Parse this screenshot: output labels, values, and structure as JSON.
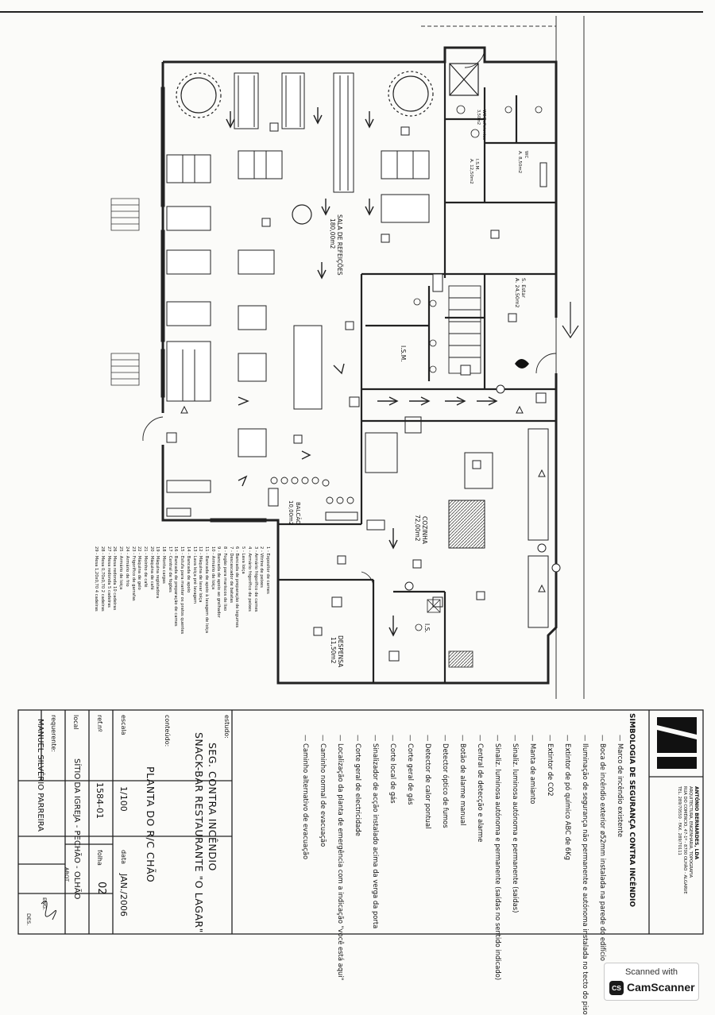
{
  "room_labels": {
    "sala_refeicoes": "SALA DE REFEIÇÕES",
    "sala_refeicoes_area": "180,00m2",
    "cozinha": "COZINHA",
    "cozinha_area": "72,00m2",
    "despensa": "DESPENSA",
    "despensa_area": "11,50m2",
    "balcao": "BALCÃO",
    "balcao_area": "10,00m2",
    "ism": "I.S.M.",
    "is": "I.S.",
    "s_estar": "S. Estar",
    "s_estar_area": "A. 24,50m2",
    "wc_deficientes": "WC Deficientes",
    "wc_deficientes_area": "3,50m2",
    "wc_senhoras": "WC",
    "wc_senhoras_area": "A. 8,50m2",
    "wc_homens": "I.S.M.",
    "wc_homens_area": "A. 12,50m2"
  },
  "equipment_list": [
    "1 - Expositor de carnes",
    "2 - Vitrine de peixes",
    "3 - Armário frigorífico de carnes",
    "4 - Armário frigorífico de peixes",
    "5 - Lava loiça",
    "6 - Bancada de preparação de legumes",
    "7 - Descascador de batatas",
    "8 - Fogão para mariscos de lixo",
    "9 - Bancada de apoio ao grelhador",
    "10 - Armário de loiça",
    "11 - Bancada de apoio à lavagem de loiça",
    "12 - Máquina de lavar loiça",
    "13 - Lava loiça pré lavagem",
    "14 - Bancada de apoio",
    "15 - Estufa para manter os pratos quentes",
    "16 - Bancada de preparação de carnes",
    "17 - Central de fogões",
    "18 - Monta cargas",
    "19 - Máquina registadora",
    "20 - Máquina de café",
    "21 - Moinho de café",
    "22 - Máquina de gelo",
    "23 - Frigorífico de garrafas",
    "24 - Armário de frio",
    "25 - Armário de loiça",
    "26 - Mesa redonda 10 cadeiras",
    "27 - Mesa redonda 5 cadeiras",
    "28 - Mesa 0,70x0,70 2 cadeiras",
    "29 - Mesa 1,20x0,70 4 cadeiras"
  ],
  "firm": {
    "name": "ANTÓNIO BERNARDES, LDA",
    "line1": "ARQUITECTURA, ENGENHARIA, TOPOGRAFIA",
    "line2": "RUA DO COMÉRCIO, 47-1º - 8700 OLHÃO - ALGARVE",
    "line3": "TEL. 289/70550 · FAX. 289/70111"
  },
  "symbology": {
    "heading": "SIMBOLOGIA DE SEGURANÇA CONTRA INCÊNDIO",
    "items": [
      "Marco de incêndio existente",
      "Boca de incêndio exterior ø52mm instalada na parede do edifício",
      "Iluminação de segurança não permanente e autónoma instalada no tecto do piso",
      "Extintor de pó químico ABC de 6Kg",
      "Extintor de CO2",
      "Manta de amianto",
      "Sinaliz. luminosa autónoma e permanente (saídas)",
      "Sinaliz. luminosa autónoma e permanente (saídas no sentido indicado)",
      "Central de detecção e alarme",
      "Botão de alarme manual",
      "Detector óptico de fumos",
      "Detector de calor pontual",
      "Corte geral de gás",
      "Corte local de gás",
      "Sinalizador de acção instalado acima da verga da porta",
      "Corte geral de electricidade",
      "Localização da planta de emergência com a indicação \"você está aqui\"",
      "Caminho normal de evacuação",
      "Caminho alternativo de evacuação"
    ]
  },
  "title_block": {
    "estudo_label": "estudo:",
    "estudo_value": "SEG. CONTRA INCÊNDIO",
    "project_name": "SNACK-BAR RESTAURANTE \"O LAGAR\"",
    "conteudo_label": "conteúdo:",
    "conteudo_value": "PLANTA DO R/C CHÃO",
    "escala_label": "escala",
    "escala_value": "1/100",
    "data_label": "data",
    "data_value": "JAN./2006",
    "refn_label": "ref.nº",
    "refn_value": "1584-01",
    "folha_label": "folha",
    "folha_value": "02",
    "local_label": "local",
    "local_value": "SÍTIO DA IGREJA - PECHÃO - OLHÃO",
    "requerente_label": "requerente:",
    "requerente_value": "MANUEL SILVÉRIO PARREIRA",
    "arqt_label": "ARQT",
    "eng_label": "ENG.",
    "des_label": "DES."
  },
  "scanner": {
    "top": "Scanned with",
    "logo": "CS",
    "name": "CamScanner"
  }
}
